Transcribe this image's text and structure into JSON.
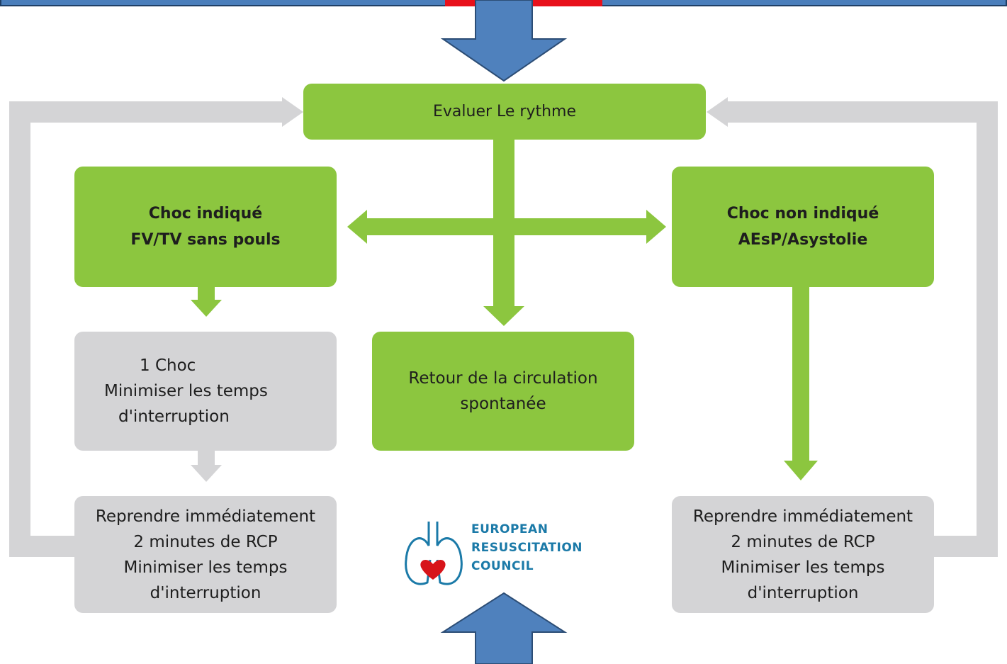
{
  "diagram": {
    "evaluate": "Evaluer Le rythme",
    "shockable": {
      "line1": "Choc indiqué",
      "line2": "FV/TV sans pouls"
    },
    "non_shockable": {
      "line1": "Choc non indiqué",
      "line2": "AEsP/Asystolie"
    },
    "shock": {
      "line1": "1 Choc",
      "line2": "Minimiser les temps",
      "line3": "d'interruption"
    },
    "rosc": {
      "line1": "Retour de la circulation",
      "line2": "spontanée"
    },
    "cpr_left": {
      "line1": "Reprendre immédiatement",
      "line2": "2 minutes de RCP",
      "line3": "Minimiser les temps",
      "line4": "d'interruption"
    },
    "cpr_right": {
      "line1": "Reprendre immédiatement",
      "line2": "2 minutes de RCP",
      "line3": "Minimiser les temps",
      "line4": "d'interruption"
    }
  },
  "logo": {
    "line1": "EUROPEAN",
    "line2": "RESUSCITATION",
    "line3": "COUNCIL"
  },
  "colors": {
    "green": "#8cc63f",
    "grey": "#d4d4d6",
    "blue_arrow": "#4f81bd",
    "bolt": "#e8111b"
  }
}
